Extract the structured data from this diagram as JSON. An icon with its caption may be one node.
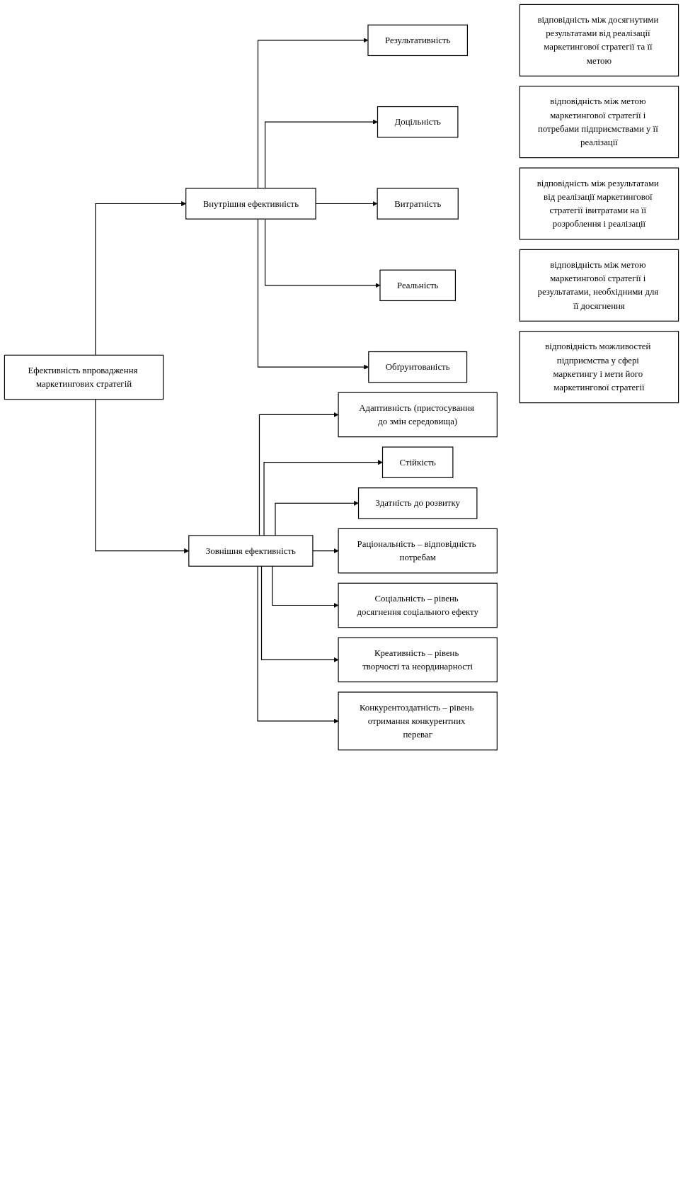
{
  "diagram": {
    "nodes": [
      {
        "text": [
          "Ефективність впровадження маркетингових стратегій"
        ]
      },
      {
        "text": [
          "Внутрішня ефективність"
        ]
      },
      {
        "text": [
          "Результативність"
        ]
      },
      {
        "text": [
          "відповідність між досягнутими результатами від реалізації маркетингової стратегії та її метою"
        ]
      },
      {
        "text": [
          "Доцільність"
        ]
      },
      {
        "text": [
          "відповідність між метою маркетингової стратегії і потребами підприємствами у її реалізації"
        ]
      },
      {
        "text": [
          "Витратність"
        ]
      },
      {
        "text": [
          "відповідність між результатами від реалізації маркетингової стратегії івитратами на її розроблення і реалізації"
        ]
      },
      {
        "text": [
          "Реальність"
        ]
      },
      {
        "text": [
          "відповідність між метою маркетингової стратегії і результатами, необхідними для її досягнення"
        ]
      },
      {
        "text": [
          "Обґрунтованість"
        ]
      },
      {
        "text": [
          "відповідність можливостей підприємства у сфері маркетингу і мети його маркетингової стратегії"
        ]
      },
      {
        "text": [
          "Зовнішня ефективність"
        ]
      },
      {
        "text": [
          "Адаптивність (пристосування до змін середовища)"
        ]
      },
      {
        "text": [
          "Стійкість"
        ]
      },
      {
        "text": [
          "Здатність до розвитку"
        ]
      },
      {
        "text": [
          "Раціональність – відповідність потребам"
        ]
      },
      {
        "text": [
          "Соціальність – рівень досягнення соціального ефекту"
        ]
      },
      {
        "text": [
          "Креативність – рівень творчості та неординарності"
        ]
      },
      {
        "text": [
          "Конкурентоздатність – рівень отримання конкурентних переваг"
        ]
      }
    ],
    "edges": [
      {
        "from": 0,
        "to": 1,
        "arrow": "to"
      },
      {
        "from": 1,
        "to": 2,
        "arrow": "to"
      },
      {
        "from": 1,
        "to": 4,
        "arrow": "to"
      },
      {
        "from": 1,
        "to": 6,
        "arrow": "to"
      },
      {
        "from": 1,
        "to": 8,
        "arrow": "to"
      },
      {
        "from": 1,
        "to": 10,
        "arrow": "to"
      },
      {
        "from": 0,
        "to": 12,
        "arrow": "to"
      },
      {
        "from": 12,
        "to": 13,
        "arrow": "to"
      },
      {
        "from": 12,
        "to": 14,
        "arrow": "to"
      },
      {
        "from": 12,
        "to": 15,
        "arrow": "to"
      },
      {
        "from": 12,
        "to": 16,
        "arrow": "to"
      },
      {
        "from": 12,
        "to": 17,
        "arrow": "to"
      },
      {
        "from": 12,
        "to": 18,
        "arrow": "to"
      },
      {
        "from": 12,
        "to": 19,
        "arrow": "to"
      }
    ]
  }
}
